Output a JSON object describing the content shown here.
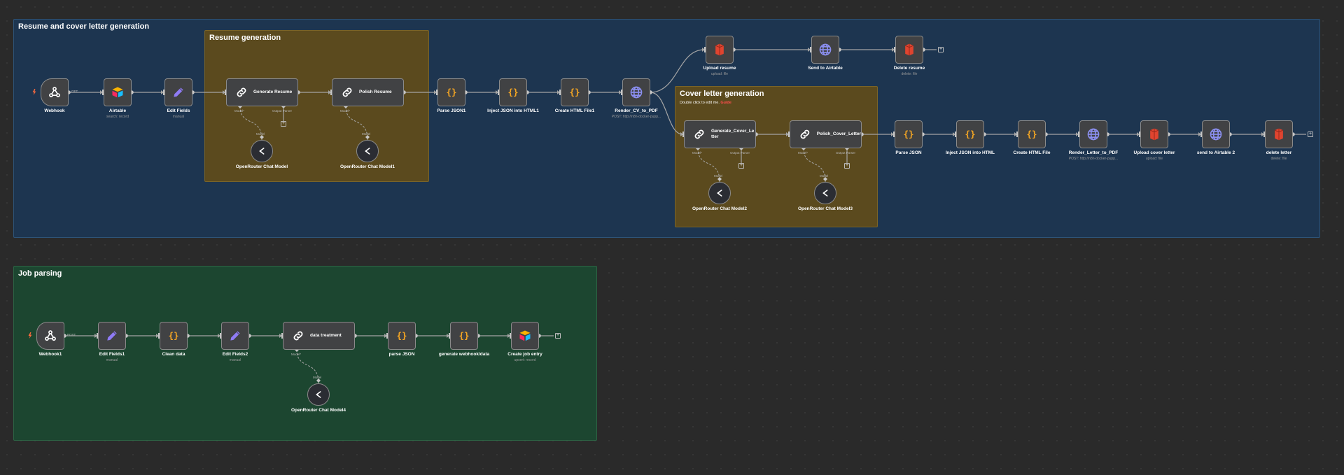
{
  "colors": {
    "canvas_bg": "#2a2a2a",
    "group_blue": "#1d3550",
    "group_blue_border": "#2e5478",
    "group_yellow": "#5b4a1e",
    "group_yellow_border": "#7a6428",
    "group_green": "#1c4630",
    "group_green_border": "#2c6444",
    "node_bg": "#414244",
    "node_border": "#8a8a8a",
    "wire": "#a5a5a5",
    "code_orange": "#f5a623",
    "http_purple": "#8b8ff0",
    "edit_purple": "#8f7bf5",
    "red_icon": "#e0442f"
  },
  "groups": {
    "resume_cover": {
      "title": "Resume and cover letter generation"
    },
    "resume_gen": {
      "title": "Resume generation"
    },
    "cover_gen": {
      "title": "Cover letter generation",
      "note_prefix": "Double click to edit me. ",
      "note_link": "Guide"
    },
    "job_parsing": {
      "title": "Job parsing"
    }
  },
  "nodes": {
    "webhook": {
      "label": "Webhook",
      "icon": "webhook-icon",
      "port_out": "GET"
    },
    "airtable": {
      "label": "Airtable",
      "sub": "search: record",
      "icon": "airtable-icon"
    },
    "edit_fields": {
      "label": "Edit Fields",
      "sub": "manual",
      "icon": "pencil-icon"
    },
    "generate_resume": {
      "label": "Generate Resume",
      "icon": "chain-icon",
      "port_model": "Model*",
      "port_parser": "Output Parser"
    },
    "polish_resume": {
      "label": "Polish Resume",
      "icon": "chain-icon",
      "port_model": "Model*"
    },
    "or_model": {
      "label": "OpenRouter Chat Model",
      "icon": "openrouter-icon",
      "port_top": "Model"
    },
    "or_model1": {
      "label": "OpenRouter Chat Model1",
      "icon": "openrouter-icon",
      "port_top": "Model"
    },
    "parse_json1": {
      "label": "Parse JSON1",
      "icon": "code-braces-icon"
    },
    "inject_json_html1": {
      "label": "Inject JSON into HTML1",
      "icon": "code-braces-icon"
    },
    "create_html_file1": {
      "label": "Create HTML File1",
      "icon": "code-braces-icon"
    },
    "render_cv": {
      "label": "Render_CV_to_PDF",
      "sub": "POST: http://n8n-docker-pupp...",
      "icon": "globe-icon"
    },
    "upload_resume": {
      "label": "Upload resume",
      "sub": "upload: file",
      "icon": "storage-icon"
    },
    "send_airtable": {
      "label": "Send to Airtable",
      "icon": "globe-icon"
    },
    "delete_resume": {
      "label": "Delete resume",
      "sub": "delete: file",
      "icon": "storage-icon"
    },
    "gen_cover": {
      "label": "Generate_Cover_Le tter",
      "icon": "chain-icon",
      "port_model": "Model*",
      "port_parser": "Output Parser"
    },
    "polish_cover": {
      "label": "Polish_Cover_Letter",
      "icon": "chain-icon",
      "port_model": "Model*",
      "port_parser": "Output Parser"
    },
    "or_model2": {
      "label": "OpenRouter Chat Model2",
      "icon": "openrouter-icon",
      "port_top": "Model"
    },
    "or_model3": {
      "label": "OpenRouter Chat Model3",
      "icon": "openrouter-icon",
      "port_top": "Model"
    },
    "parse_json": {
      "label": "Parse JSON",
      "icon": "code-braces-icon"
    },
    "inject_json_html": {
      "label": "Inject JSON into HTML",
      "icon": "code-braces-icon"
    },
    "create_html_file": {
      "label": "Create HTML File",
      "icon": "code-braces-icon"
    },
    "render_letter": {
      "label": "Render_Letter_to_PDF",
      "sub": "POST: http://n8n-docker-pupp...",
      "icon": "globe-icon"
    },
    "upload_cover": {
      "label": "Upload cover letter",
      "sub": "upload: file",
      "icon": "storage-icon"
    },
    "send_airtable2": {
      "label": "send to Airtable 2",
      "icon": "globe-icon"
    },
    "delete_letter": {
      "label": "delete letter",
      "sub": "delete: file",
      "icon": "storage-icon"
    },
    "webhook1": {
      "label": "Webhook1",
      "icon": "webhook-icon",
      "port_out": "POST"
    },
    "edit_fields1": {
      "label": "Edit Fields1",
      "sub": "manual",
      "icon": "pencil-icon"
    },
    "clean_data": {
      "label": "Clean data",
      "icon": "code-braces-icon"
    },
    "edit_fields2": {
      "label": "Edit Fields2",
      "sub": "manual",
      "icon": "pencil-icon"
    },
    "data_treatment": {
      "label": "data treatment",
      "icon": "chain-icon",
      "port_model": "Model*"
    },
    "or_model4": {
      "label": "OpenRouter Chat Model4",
      "icon": "openrouter-icon",
      "port_top": "Model"
    },
    "parse_json_lc": {
      "label": "parse JSON",
      "icon": "code-braces-icon"
    },
    "gen_webhook_data": {
      "label": "generate webhook/data",
      "icon": "code-braces-icon"
    },
    "create_job": {
      "label": "Create job entry",
      "sub": "upsert: record",
      "icon": "airtable-icon"
    }
  }
}
